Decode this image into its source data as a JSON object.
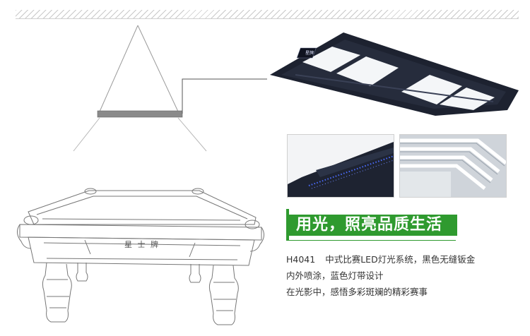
{
  "brand_label": "星牌",
  "table_logo": "星 ⼠ 牌",
  "lamp_badge": "星牌",
  "slogan": "用光，照亮品质生活",
  "description": {
    "model": "H4041",
    "line1": "中式比赛LED灯光系统，黑色无缝钣金",
    "line2": "内外喷涂，蓝色灯带设计",
    "line3": "在光影中，感悟多彩斑斓的精彩赛事"
  },
  "colors": {
    "accent_green": "#2f9a2f",
    "frame_dark": "#1d2230",
    "panel_light": "#f4f6f8",
    "led_blue": "#4a6cff"
  }
}
